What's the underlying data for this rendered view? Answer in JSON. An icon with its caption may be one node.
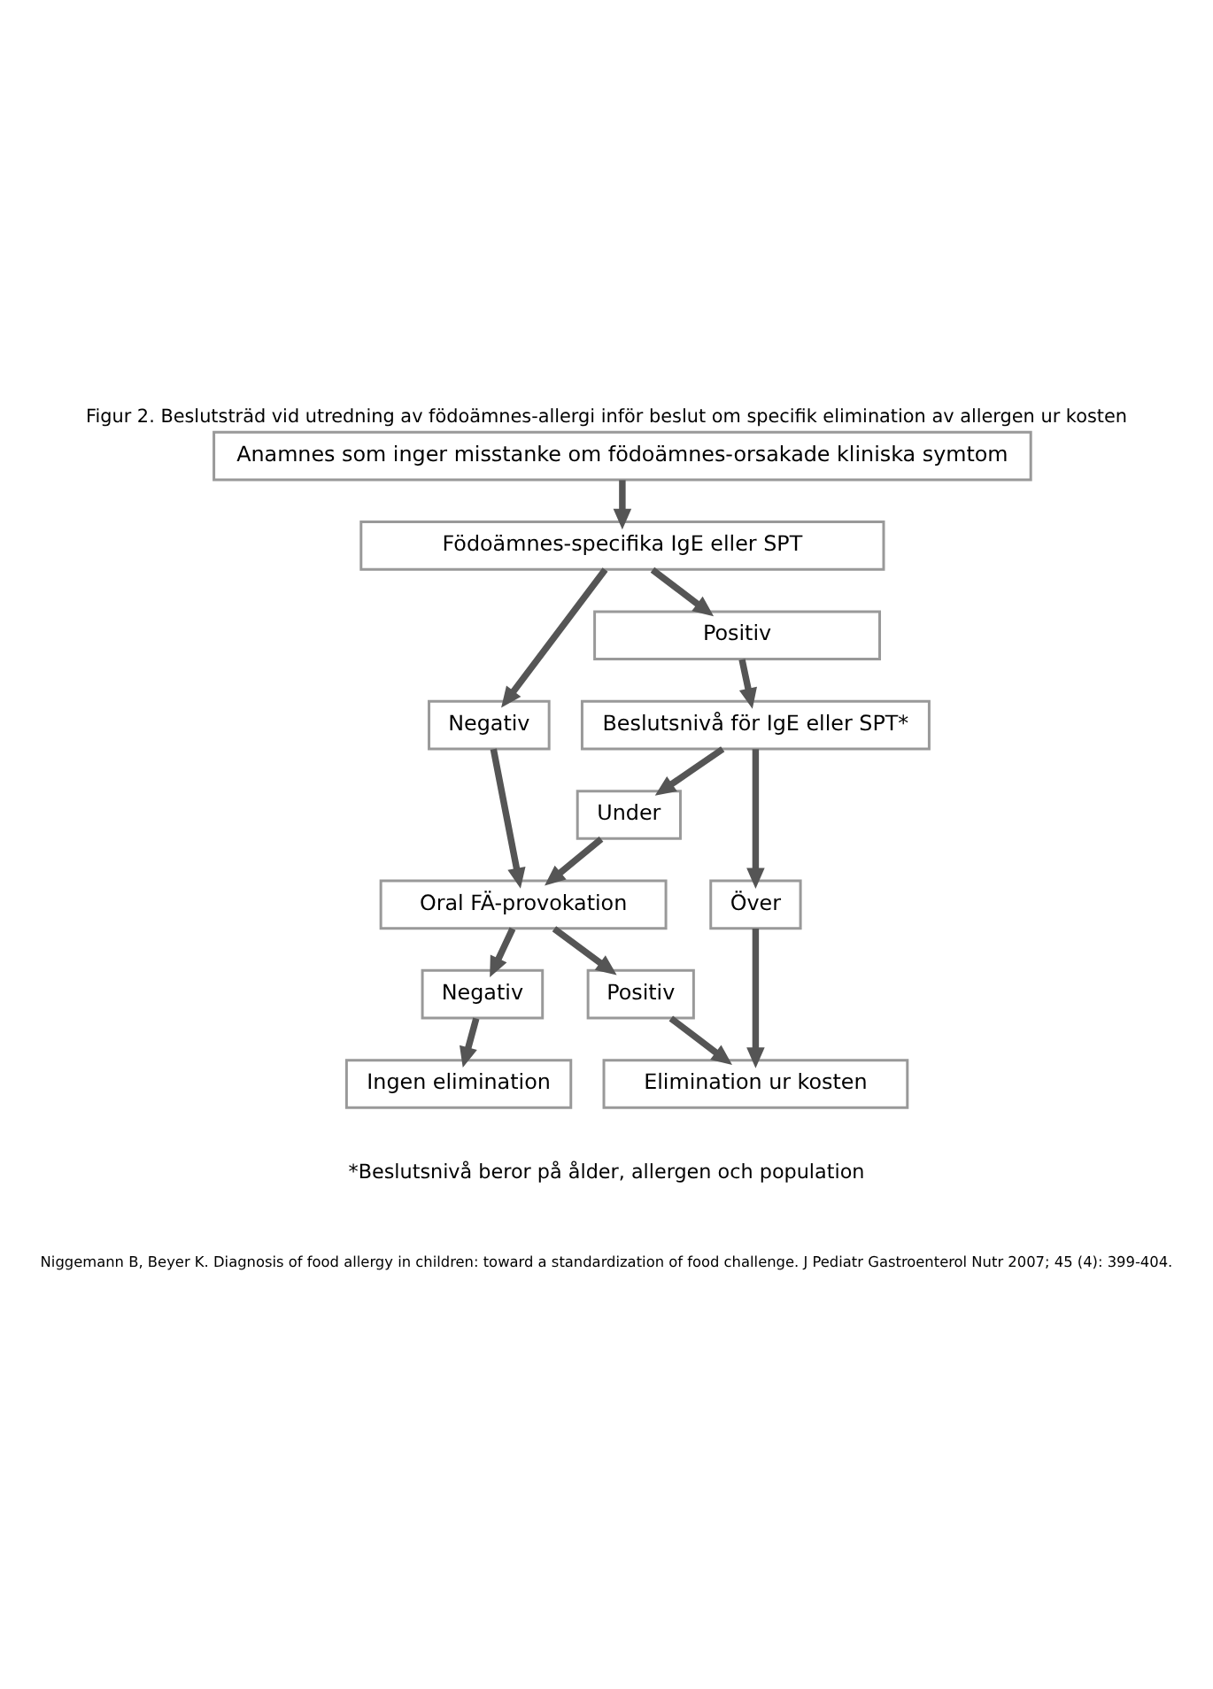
{
  "diagram": {
    "title": "Figur 2. Beslutsträd vid utredning av födoämnes-allergi inför beslut om specifik elimination av allergen ur kosten",
    "nodes": [
      {
        "text": [
          "Anamnes som inger misstanke om födoämnes-orsakade kliniska symtom"
        ]
      },
      {
        "text": [
          "Födoämnes-specifika IgE eller SPT"
        ]
      },
      {
        "text": [
          "Negativ"
        ]
      },
      {
        "text": [
          "Positiv"
        ]
      },
      {
        "text": [
          "Beslutsnivå för IgE eller SPT*"
        ]
      },
      {
        "text": [
          "Under"
        ]
      },
      {
        "text": [
          "Över"
        ]
      },
      {
        "text": [
          "Oral FÄ-provokation"
        ]
      },
      {
        "text": [
          "Negativ"
        ]
      },
      {
        "text": [
          "Positiv"
        ]
      },
      {
        "text": [
          "Ingen elimination"
        ]
      },
      {
        "text": [
          "Elimination ur kosten"
        ]
      }
    ],
    "edges": [
      {
        "from": 0,
        "to": 1,
        "arrow": "to"
      },
      {
        "from": 1,
        "to": 2,
        "arrow": "to"
      },
      {
        "from": 1,
        "to": 3,
        "arrow": "to"
      },
      {
        "from": 3,
        "to": 4,
        "arrow": "to"
      },
      {
        "from": 4,
        "to": 5,
        "arrow": "to"
      },
      {
        "from": 4,
        "to": 6,
        "arrow": "to"
      },
      {
        "from": 2,
        "to": 7,
        "arrow": "to"
      },
      {
        "from": 5,
        "to": 7,
        "arrow": "to"
      },
      {
        "from": 7,
        "to": 8,
        "arrow": "to"
      },
      {
        "from": 7,
        "to": 9,
        "arrow": "to"
      },
      {
        "from": 8,
        "to": 10,
        "arrow": "to"
      },
      {
        "from": 9,
        "to": 11,
        "arrow": "to"
      },
      {
        "from": 6,
        "to": 11,
        "arrow": "to"
      }
    ],
    "labels": [
      "*Beslutsnivå beror på ålder, allergen och population",
      "Niggemann B, Beyer K. Diagnosis of food allergy in children: toward a standardization of food challenge. J Pediatr Gastroenterol Nutr 2007; 45 (4): 399-404."
    ]
  }
}
